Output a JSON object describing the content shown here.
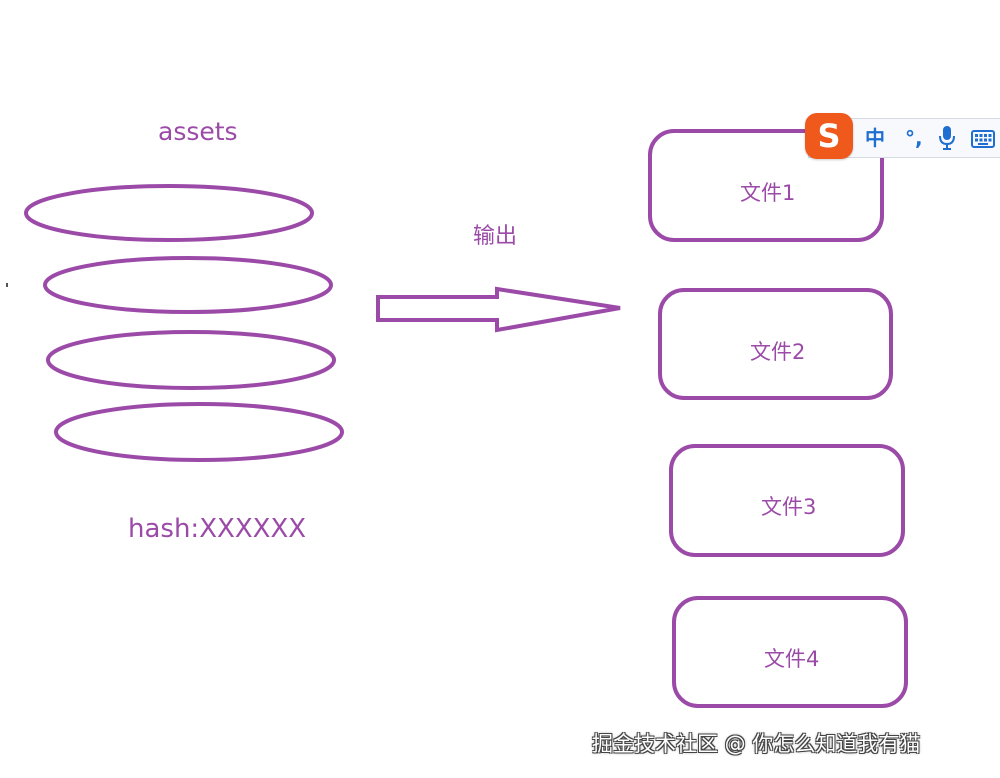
{
  "diagram": {
    "assets_label": "assets",
    "output_label": "输出",
    "hash_label": "hash:XXXXXX",
    "files": [
      {
        "label": "文件1"
      },
      {
        "label": "文件2"
      },
      {
        "label": "文件3"
      },
      {
        "label": "文件4"
      }
    ],
    "stroke_color": "#9b4aa8",
    "text_color": "#9b4aa8"
  },
  "ime_toolbar": {
    "logo_glyph": "S",
    "language": "中",
    "punctuation": "°,",
    "mic_icon": "microphone-icon",
    "keyboard_icon": "keyboard-icon",
    "brand_color": "#ef5a1c",
    "accent_color": "#1f6fd1"
  },
  "watermark": {
    "text": "掘金技术社区 @ 你怎么知道我有猫"
  }
}
